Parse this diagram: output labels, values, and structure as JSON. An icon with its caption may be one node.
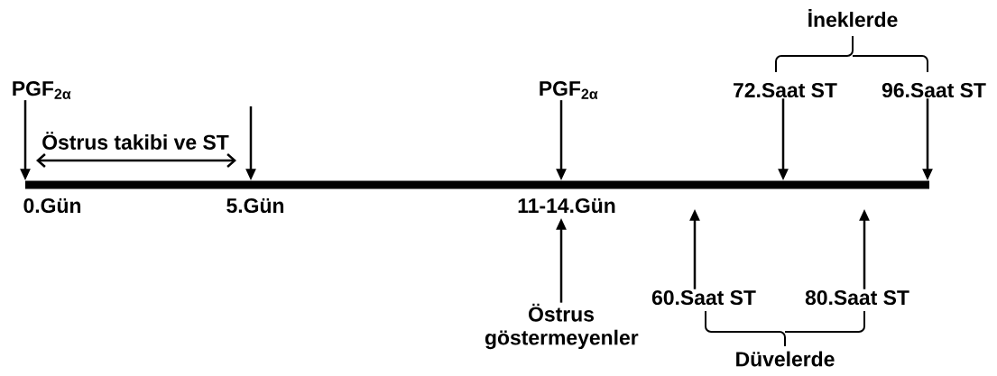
{
  "diagram": {
    "nodes": [
      {
        "text": [
          "PGF$_{2α}$"
        ]
      },
      {
        "text": [
          "PGF$_{2α}$"
        ]
      },
      {
        "text": [
          "72.Saat ST"
        ]
      },
      {
        "text": [
          "96.Saat ST"
        ]
      },
      {
        "text": [],
        "shape": "bar"
      },
      {
        "text": [
          "Östrus göstermeyenler"
        ]
      },
      {
        "text": [
          "60.Saat ST"
        ]
      },
      {
        "text": [
          "80.Saat ST"
        ]
      }
    ],
    "edges": [
      {
        "from": 0,
        "to": 4,
        "arrow": "to"
      },
      {
        "from": null,
        "to": 4,
        "arrow": "to"
      },
      {
        "from": 1,
        "to": 4,
        "arrow": "to"
      },
      {
        "from": 2,
        "to": 4,
        "arrow": "to"
      },
      {
        "from": 3,
        "to": 4,
        "arrow": "to"
      },
      {
        "from": 5,
        "to": 4,
        "arrow": "to"
      },
      {
        "from": 6,
        "to": 4,
        "arrow": "to"
      },
      {
        "from": 7,
        "to": 4,
        "arrow": "to"
      }
    ],
    "labels": [
      "İneklerde",
      "Östrus takibi ve ST",
      "0.Gün",
      "5.Gün",
      "11-14.Gün",
      "Düvelerde"
    ]
  }
}
